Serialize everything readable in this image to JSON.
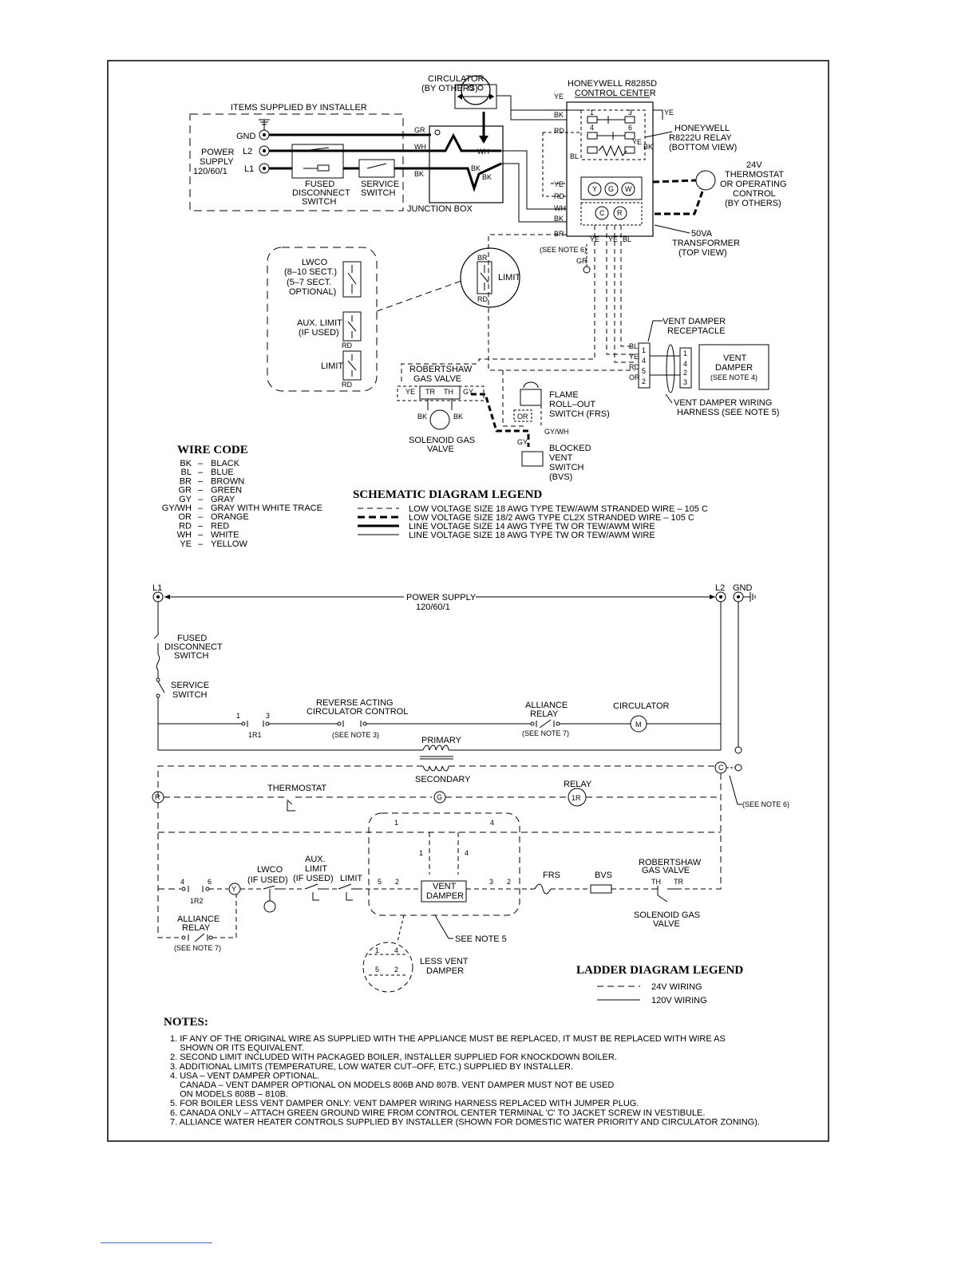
{
  "wiring": {
    "circulator": [
      "CIRCULATOR",
      "(BY OTHERS)"
    ],
    "control_center": [
      "HONEYWELL R8285D",
      "CONTROL CENTER"
    ],
    "items_supplied": "ITEMS SUPPLIED BY INSTALLER",
    "relay_label": [
      "HONEYWELL",
      "R8222U RELAY",
      "(BOTTOM VIEW)"
    ],
    "thermostat_label": [
      "24V",
      "THERMOSTAT",
      "OR OPERATING",
      "CONTROL",
      "(BY OTHERS)"
    ],
    "power_supply": [
      "POWER",
      "SUPPLY",
      "120/60/1"
    ],
    "gnd": "GND",
    "l2": "L2",
    "l1": "L1",
    "fused_disconnect": [
      "FUSED",
      "DISCONNECT",
      "SWITCH"
    ],
    "service_switch": [
      "SERVICE",
      "SWITCH"
    ],
    "junction_box": "JUNCTION BOX",
    "transformer": [
      "50VA",
      "TRANSFORMER",
      "(TOP VIEW)"
    ],
    "see_note_6": "(SEE NOTE 6)",
    "lwco_block": [
      "LWCO",
      "(8–10 SECT.)",
      "(5–7 SECT.",
      "OPTIONAL)"
    ],
    "aux_limit": [
      "AUX. LIMIT",
      "(IF USED)"
    ],
    "limit": "LIMIT",
    "robertshaw": [
      "ROBERTSHAW",
      "GAS VALVE"
    ],
    "solenoid": [
      "SOLENOID GAS",
      "VALVE"
    ],
    "flame_rollout": [
      "FLAME",
      "ROLL–OUT",
      "SWITCH (FRS)"
    ],
    "blocked_vent": [
      "BLOCKED",
      "VENT",
      "SWITCH",
      "(BVS)"
    ],
    "vent_damper_receptacle": [
      "VENT DAMPER",
      "RECEPTACLE"
    ],
    "vent_damper": [
      "VENT",
      "DAMPER",
      "(SEE NOTE 4)"
    ],
    "harness": [
      "VENT DAMPER WIRING",
      "HARNESS (SEE NOTE 5)"
    ],
    "terminal_y": "Y",
    "terminal_g": "G",
    "terminal_w": "W",
    "terminal_c": "C",
    "terminal_r": "R",
    "wire_labels": {
      "ye": "YE",
      "bk": "BK",
      "rd": "RD",
      "bl": "BL",
      "wh": "WH",
      "gr": "GR",
      "br": "BR",
      "gy": "GY",
      "or": "OR",
      "gywh": "GY/WH",
      "tr": "TR",
      "th": "TH"
    }
  },
  "wire_code": {
    "title": "WIRE CODE",
    "codes": [
      "BK",
      "BL",
      "BR",
      "GR",
      "GY",
      "GY/WH",
      "OR",
      "RD",
      "WH",
      "YE"
    ],
    "colors": [
      "BLACK",
      "BLUE",
      "BROWN",
      "GREEN",
      "GRAY",
      "GRAY WITH WHITE TRACE",
      "ORANGE",
      "RED",
      "WHITE",
      "YELLOW"
    ]
  },
  "schematic_legend": {
    "title": "SCHEMATIC DIAGRAM LEGEND",
    "items": [
      "LOW VOLTAGE SIZE 18 AWG TYPE TEW/AWM STRANDED WIRE – 105 C",
      "LOW VOLTAGE SIZE 18/2 AWG TYPE CL2X STRANDED WIRE – 105 C",
      "LINE VOLTAGE SIZE 14 AWG TYPE TW OR TEW/AWM WIRE",
      "LINE VOLTAGE SIZE 18 AWG TYPE TW OR TEW/AWM WIRE"
    ]
  },
  "ladder": {
    "l1": "L1",
    "l2": "L2",
    "gnd": "GND",
    "power_supply": [
      "POWER SUPPLY",
      "120/60/1"
    ],
    "fused_disconnect": [
      "FUSED",
      "DISCONNECT",
      "SWITCH"
    ],
    "service_switch": [
      "SERVICE",
      "SWITCH"
    ],
    "reverse_acting": [
      "REVERSE ACTING",
      "CIRCULATOR CONTROL"
    ],
    "see_note_3": "(SEE NOTE 3)",
    "alliance_relay": [
      "ALLIANCE",
      "RELAY"
    ],
    "see_note_7": "(SEE NOTE 7)",
    "circulator": "CIRCULATOR",
    "motor": "M",
    "primary": "PRIMARY",
    "secondary": "SECONDARY",
    "thermostat": "THERMOSTAT",
    "relay": "RELAY",
    "relay_coil": "1R",
    "see_note_6": "(SEE NOTE 6)",
    "r1_label": "1R1",
    "r2_label": "1R2",
    "pin1": "1",
    "pin3": "3",
    "pin4": "4",
    "pin6": "6",
    "lwco": "LWCO",
    "lwco_if_used": "(IF USED)",
    "aux_limit": [
      "AUX.",
      "LIMIT",
      "(IF USED)"
    ],
    "limit": "LIMIT",
    "vent_damper": [
      "VENT",
      "DAMPER"
    ],
    "frs": "FRS",
    "bvs": "BVS",
    "robertshaw": [
      "ROBERTSHAW",
      "GAS VALVE"
    ],
    "th": "TH",
    "tr": "TR",
    "solenoid": [
      "SOLENOID GAS",
      "VALVE"
    ],
    "see_note_5": "SEE NOTE 5",
    "less_vent_damper": [
      "LESS VENT",
      "DAMPER"
    ],
    "terminal_r": "R",
    "terminal_c": "C",
    "terminal_g": "G",
    "terminal_y": "Y",
    "damper_pins": [
      "1",
      "4",
      "5",
      "2",
      "3"
    ]
  },
  "ladder_legend": {
    "title": "LADDER DIAGRAM LEGEND",
    "items": [
      "24V WIRING",
      "120V WIRING"
    ]
  },
  "notes": {
    "title": "NOTES:",
    "lines": [
      "1. IF ANY OF THE ORIGINAL WIRE AS SUPPLIED WITH THE APPLIANCE MUST BE REPLACED, IT MUST BE REPLACED WITH WIRE AS",
      "    SHOWN OR ITS EQUIVALENT.",
      "2. SECOND LIMIT INCLUDED WITH PACKAGED BOILER, INSTALLER SUPPLIED FOR KNOCKDOWN BOILER.",
      "3. ADDITIONAL LIMITS (TEMPERATURE, LOW WATER CUT–OFF, ETC.) SUPPLIED BY INSTALLER.",
      "4. USA – VENT DAMPER OPTIONAL.",
      "    CANADA – VENT DAMPER OPTIONAL ON MODELS 806B AND 807B. VENT DAMPER MUST NOT BE USED",
      "    ON MODELS 808B – 810B.",
      "5. FOR BOILER LESS VENT DAMPER ONLY: VENT DAMPER WIRING HARNESS REPLACED WITH JUMPER PLUG.",
      "6. CANADA ONLY – ATTACH GREEN GROUND WIRE FROM CONTROL CENTER TERMINAL 'C' TO JACKET SCREW IN VESTIBULE.",
      "7. ALLIANCE WATER HEATER CONTROLS SUPPLIED BY INSTALLER (SHOWN FOR DOMESTIC WATER PRIORITY AND CIRCULATOR ZONING)."
    ]
  }
}
